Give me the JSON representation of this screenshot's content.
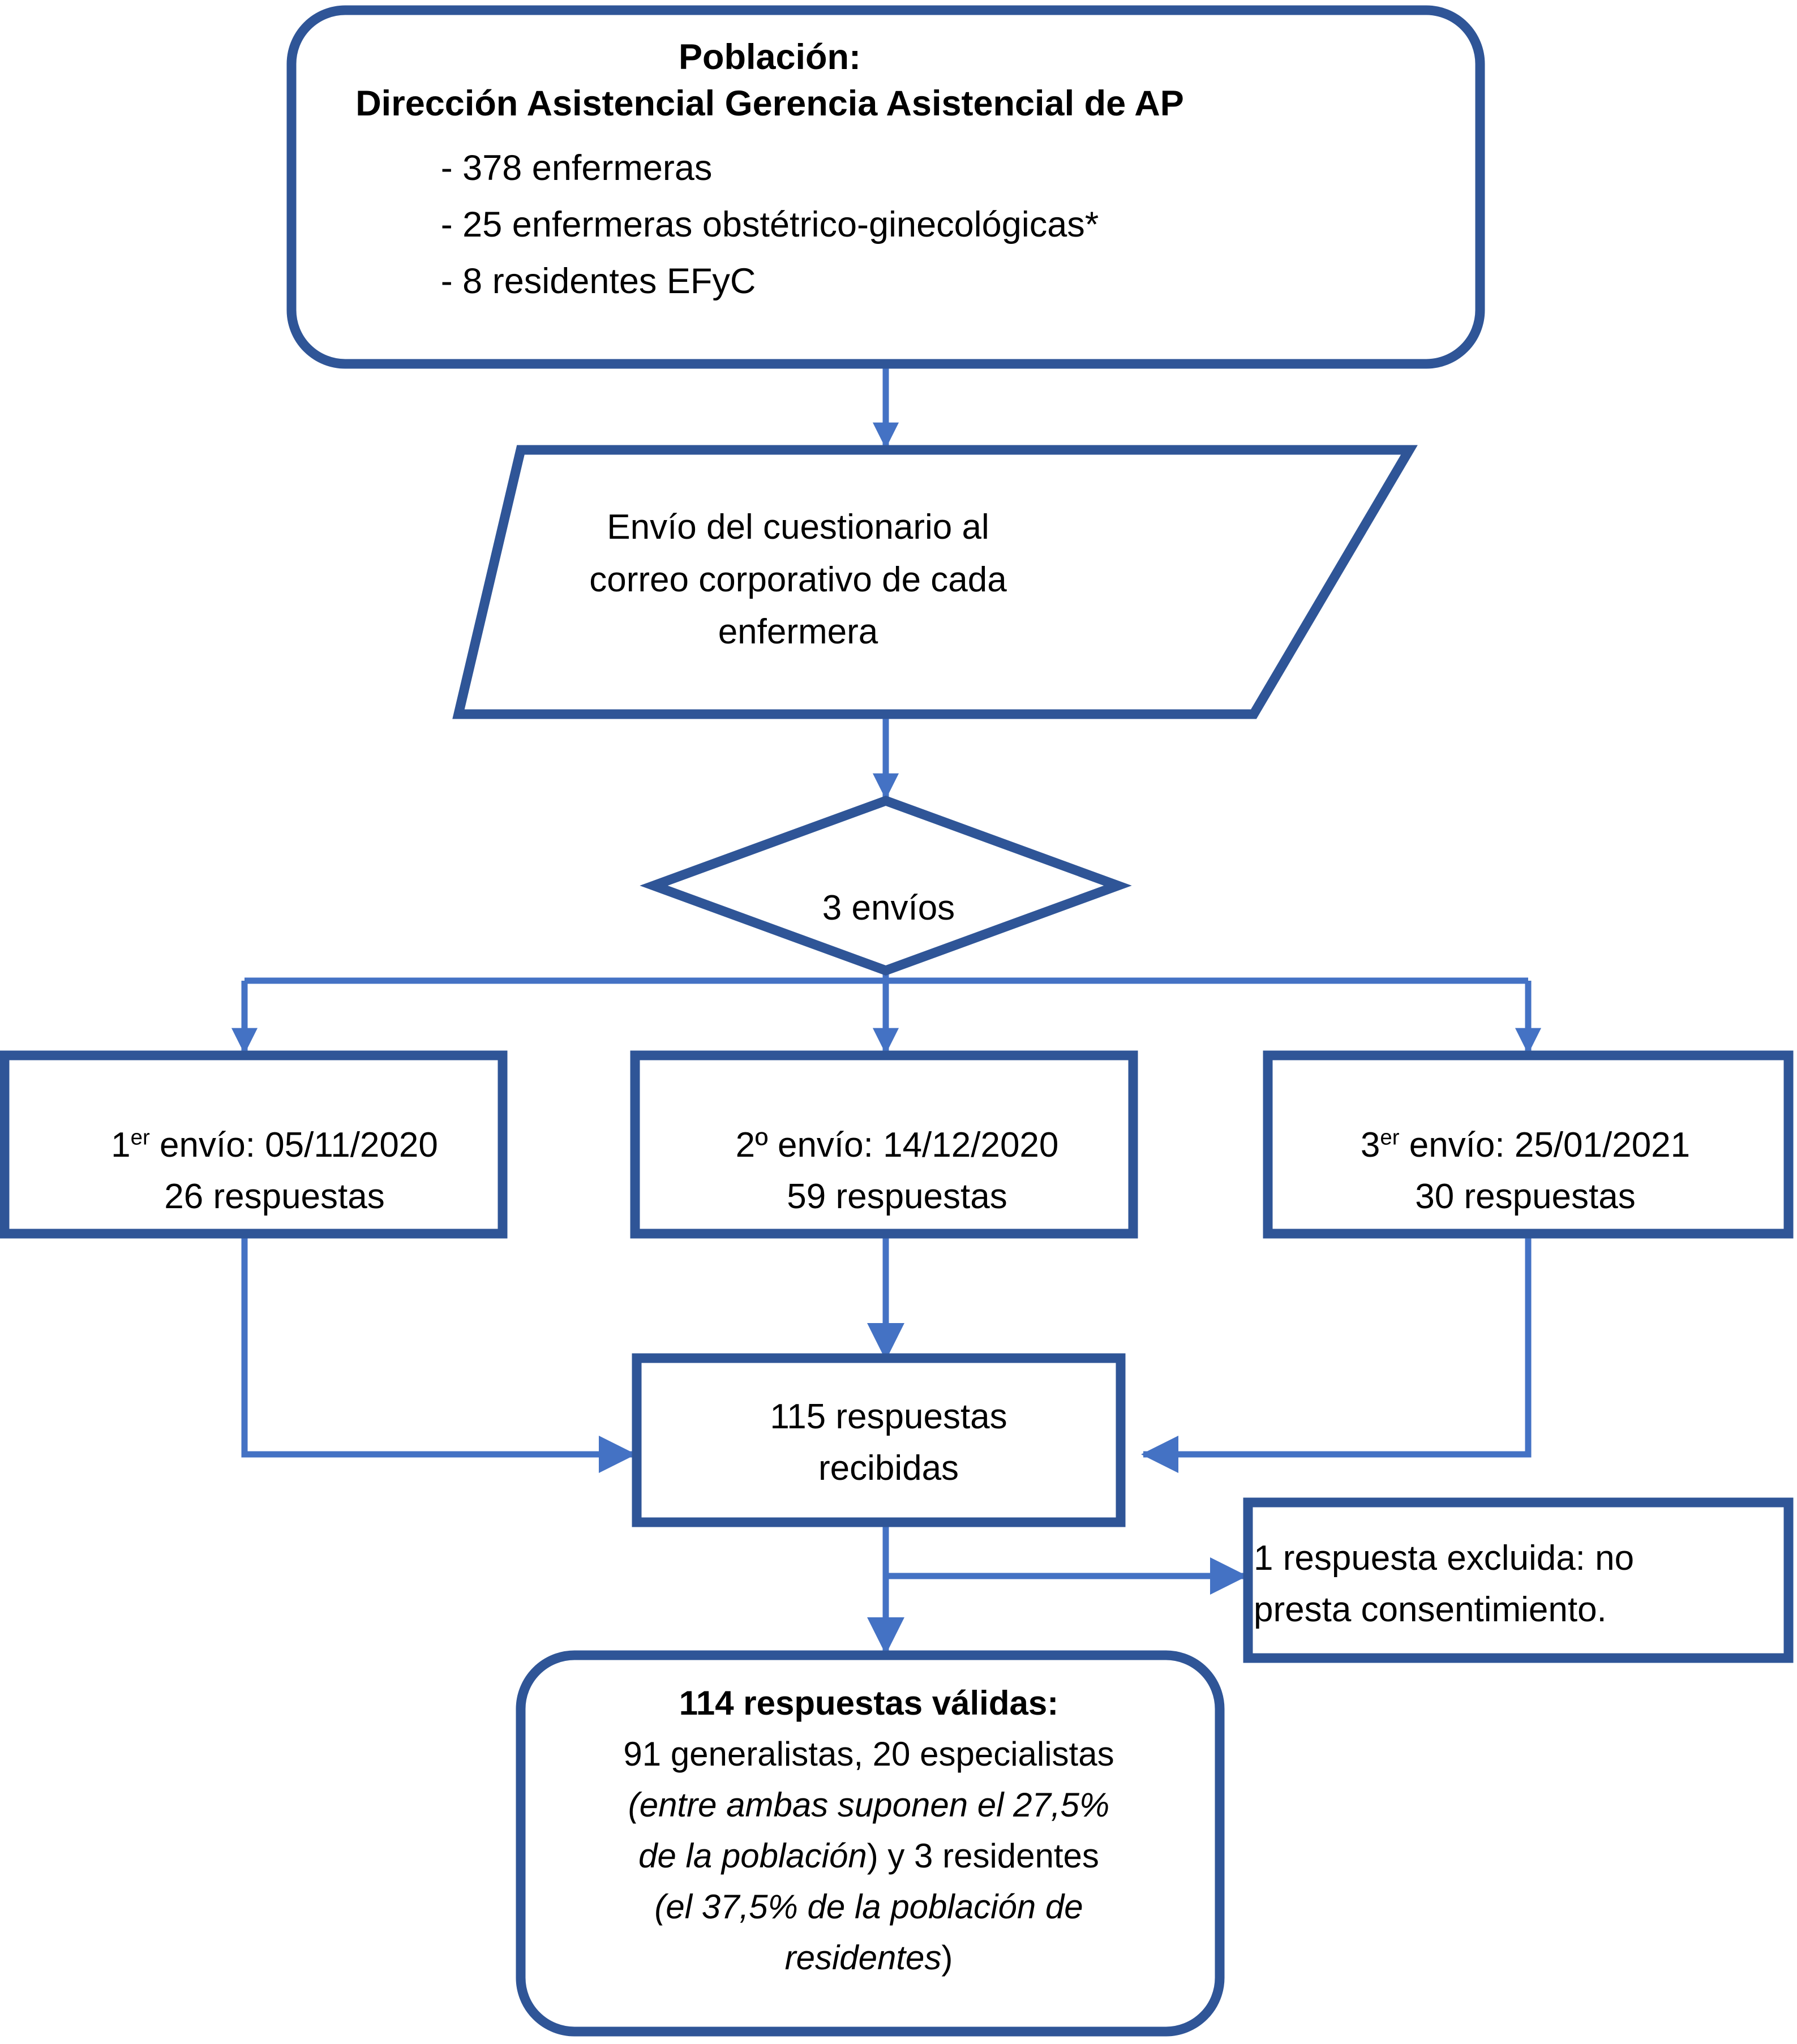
{
  "diagram": {
    "title": "Diagrama de flujo de participantes del estudio",
    "colors": {
      "shape_border": "#2F5597",
      "connector": "#4472C4",
      "shape_fill": "#FFFFFF",
      "text": "#000000"
    },
    "nodes": {
      "population": {
        "shape": "rounded-rectangle",
        "heading_line_1": "Población:",
        "heading_line_2": "Dirección Asistencial Gerencia Asistencial de AP",
        "bullets": [
          "- 378 enfermeras",
          "- 25 enfermeras obstétrico-ginecológicas*",
          "- 8 residentes EFyC"
        ]
      },
      "send_questionnaire": {
        "shape": "parallelogram",
        "lines": [
          "Envío del cuestionario al",
          "correo corporativo de cada",
          "enfermera"
        ]
      },
      "decision": {
        "shape": "diamond",
        "label": "3 envíos"
      },
      "mailing_1": {
        "shape": "rectangle",
        "ordinal_number": "1",
        "ordinal_suffix": "er",
        "line_1_rest": " envío: 05/11/2020",
        "line_2": "26 respuestas"
      },
      "mailing_2": {
        "shape": "rectangle",
        "ordinal_number": "2",
        "ordinal_suffix": "º",
        "line_1_rest": " envío: 14/12/2020",
        "line_2": "59 respuestas"
      },
      "mailing_3": {
        "shape": "rectangle",
        "ordinal_number": "3",
        "ordinal_suffix": "er",
        "line_1_rest": " envío: 25/01/2021",
        "line_2": "30 respuestas"
      },
      "received": {
        "shape": "rectangle",
        "line_1": "115 respuestas",
        "line_2": "recibidas"
      },
      "excluded": {
        "shape": "rectangle",
        "line_1": "1 respuesta excluida: no",
        "line_2": "presta consentimiento."
      },
      "valid": {
        "shape": "rounded-rectangle",
        "heading": "114 respuestas válidas",
        "heading_colon": ":",
        "line_2": "91 generalistas, 20 especialistas",
        "line_3_italic": "(entre ambas suponen el 27,5%",
        "line_4_italic": "de la población",
        "line_4_rest": ") y 3 residentes",
        "line_5_italic": "(el 37,5% de la población de",
        "line_6_italic": "residentes",
        "line_6_rest": ")"
      }
    },
    "connectors": [
      {
        "name": "population-to-send",
        "from": "population",
        "to": "send_questionnaire",
        "style": "arrow-down"
      },
      {
        "name": "send-to-decision",
        "from": "send_questionnaire",
        "to": "decision",
        "style": "arrow-down"
      },
      {
        "name": "decision-to-mailing-1",
        "from": "decision",
        "to": "mailing_1",
        "style": "elbow-arrow-down"
      },
      {
        "name": "decision-to-mailing-2",
        "from": "decision",
        "to": "mailing_2",
        "style": "arrow-down"
      },
      {
        "name": "decision-to-mailing-3",
        "from": "decision",
        "to": "mailing_3",
        "style": "elbow-arrow-down"
      },
      {
        "name": "mailing-1-to-received",
        "from": "mailing_1",
        "to": "received",
        "style": "elbow-arrow-right"
      },
      {
        "name": "mailing-2-to-received",
        "from": "mailing_2",
        "to": "received",
        "style": "arrow-down"
      },
      {
        "name": "mailing-3-to-received",
        "from": "mailing_3",
        "to": "received",
        "style": "elbow-arrow-left"
      },
      {
        "name": "received-to-excluded",
        "from": "received",
        "to": "excluded",
        "style": "elbow-arrow-right"
      },
      {
        "name": "received-to-valid",
        "from": "received",
        "to": "valid",
        "style": "arrow-down"
      }
    ]
  }
}
